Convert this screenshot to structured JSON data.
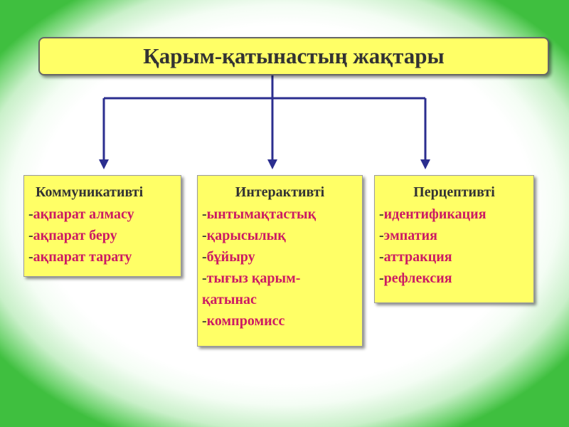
{
  "title": "Қарым-қатынастың жақтары",
  "colors": {
    "box_fill": "#ffff66",
    "connector": "#2b2e8f",
    "item_text": "#cc1b63",
    "head_text": "#333333"
  },
  "branches": [
    {
      "heading": "Коммуникативті",
      "items": [
        "ақпарат алмасу",
        "ақпарат беру",
        "ақпарат тарату"
      ]
    },
    {
      "heading": "Интерактивті",
      "items": [
        "ынтымақтастық",
        "қарысылық",
        "бұйыру",
        "тығыз қарым-",
        "қатынас",
        "компромисс"
      ]
    },
    {
      "heading": "Перцептивті",
      "items": [
        "идентификация",
        "эмпатия",
        "аттракция",
        "рефлексия"
      ]
    }
  ]
}
